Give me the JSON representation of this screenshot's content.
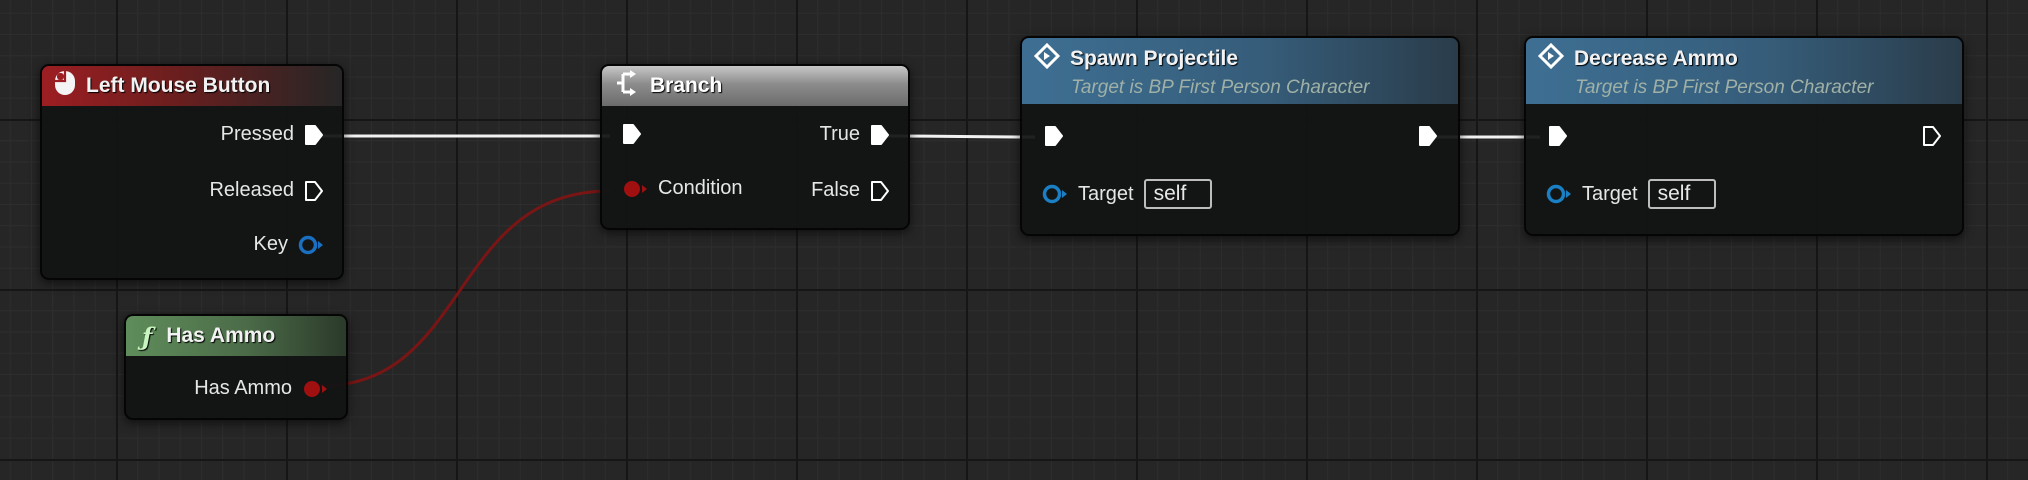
{
  "nodes": {
    "left_mouse_button": {
      "title": "Left Mouse Button",
      "pins": {
        "pressed": "Pressed",
        "released": "Released",
        "key": "Key"
      }
    },
    "has_ammo": {
      "title": "Has Ammo",
      "pins": {
        "has_ammo": "Has Ammo"
      }
    },
    "branch": {
      "title": "Branch",
      "pins": {
        "condition": "Condition",
        "true": "True",
        "false": "False"
      }
    },
    "spawn_projectile": {
      "title": "Spawn Projectile",
      "subtitle": "Target is BP First Person Character",
      "pins": {
        "target": "Target",
        "target_value": "self"
      }
    },
    "decrease_ammo": {
      "title": "Decrease Ammo",
      "subtitle": "Target is BP First Person Character",
      "pins": {
        "target": "Target",
        "target_value": "self"
      }
    }
  },
  "icons": {
    "event": "mouse-icon",
    "function": "function-icon",
    "branch": "branch-icon",
    "call": "diamond-icon"
  },
  "colors": {
    "event_header": "#9c1e22",
    "pure_function_header": "#5f8d5b",
    "function_call_header": "#3e6f93",
    "branch_header": "#8c8c8c",
    "boolean_wire": "#8b1a1a",
    "object_pin": "#1b7fc4",
    "exec_wire": "#ffffff"
  }
}
